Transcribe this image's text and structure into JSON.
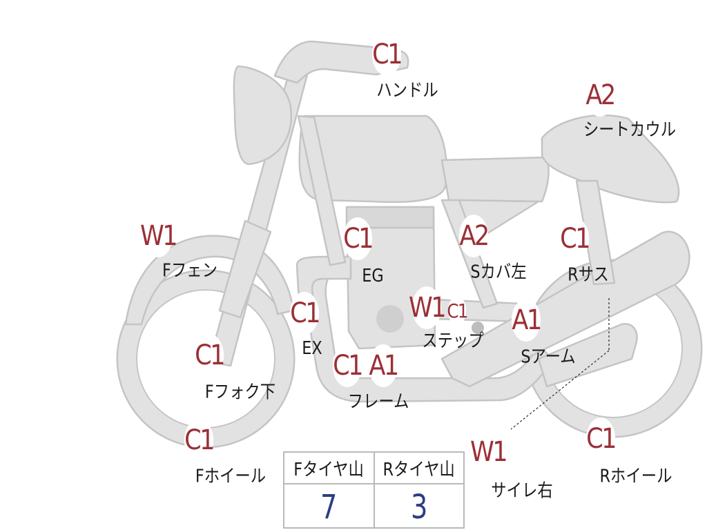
{
  "callouts": [
    {
      "id": "handle",
      "grade": "C1",
      "label": "ハンドル"
    },
    {
      "id": "seat-cowl",
      "grade": "A2",
      "label": "シートカウル"
    },
    {
      "id": "f-fender",
      "grade": "W1",
      "label": "Fフェン"
    },
    {
      "id": "engine",
      "grade": "C1",
      "label": "EG"
    },
    {
      "id": "s-cover-left",
      "grade": "A2",
      "label": "Sカバ左"
    },
    {
      "id": "r-suspension",
      "grade": "C1",
      "label": "Rサス"
    },
    {
      "id": "exhaust",
      "grade": "C1",
      "label": "EX"
    },
    {
      "id": "step",
      "grade": "W1",
      "extra_grade": "C1",
      "label": "ステップ"
    },
    {
      "id": "swing-arm",
      "grade": "A1",
      "label": "Sアーム"
    },
    {
      "id": "f-fork-lower",
      "grade": "C1",
      "label": "Fフォク下"
    },
    {
      "id": "frame",
      "grade": "C1",
      "extra_grade": "A1",
      "label": "フレーム"
    },
    {
      "id": "f-wheel",
      "grade": "C1",
      "label": "Fホイール"
    },
    {
      "id": "muffler-right",
      "grade": "W1",
      "label": "サイレ右"
    },
    {
      "id": "r-wheel",
      "grade": "C1",
      "label": "Rホイール"
    }
  ],
  "tread_table": {
    "front_header": "Fタイヤ山",
    "rear_header": "Rタイヤ山",
    "front_value": "7",
    "rear_value": "3"
  },
  "colors": {
    "body_fill": "#e2e2e2",
    "body_stroke": "#c4c4c4",
    "grade_text": "#9b2f36",
    "tread_value": "#2d3d82"
  }
}
